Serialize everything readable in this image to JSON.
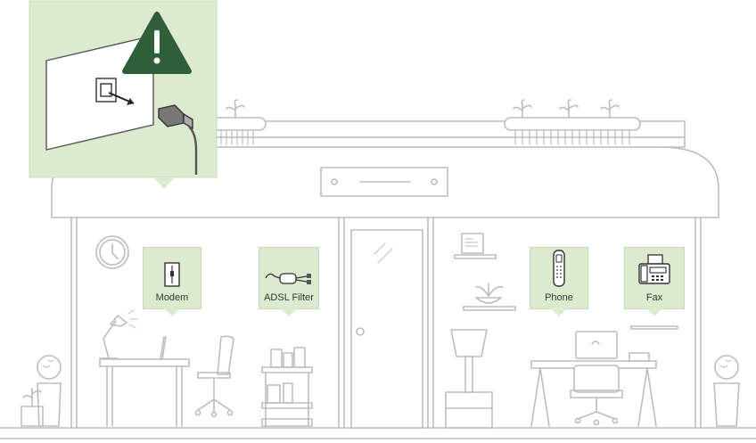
{
  "labels": {
    "modem": "Modem",
    "adsl_filter": "ADSL Filter",
    "phone": "Phone",
    "fax": "Fax"
  },
  "icons": {
    "warning": "warning-triangle-icon",
    "modem": "modem-icon",
    "filter": "adsl-filter-icon",
    "phone": "cordless-phone-icon",
    "fax": "fax-machine-icon"
  },
  "colors": {
    "callout_fill": "#dcebd0",
    "warning_fill": "#2e5e3a",
    "line": "#b8b8b8",
    "dark_line": "#555555"
  }
}
